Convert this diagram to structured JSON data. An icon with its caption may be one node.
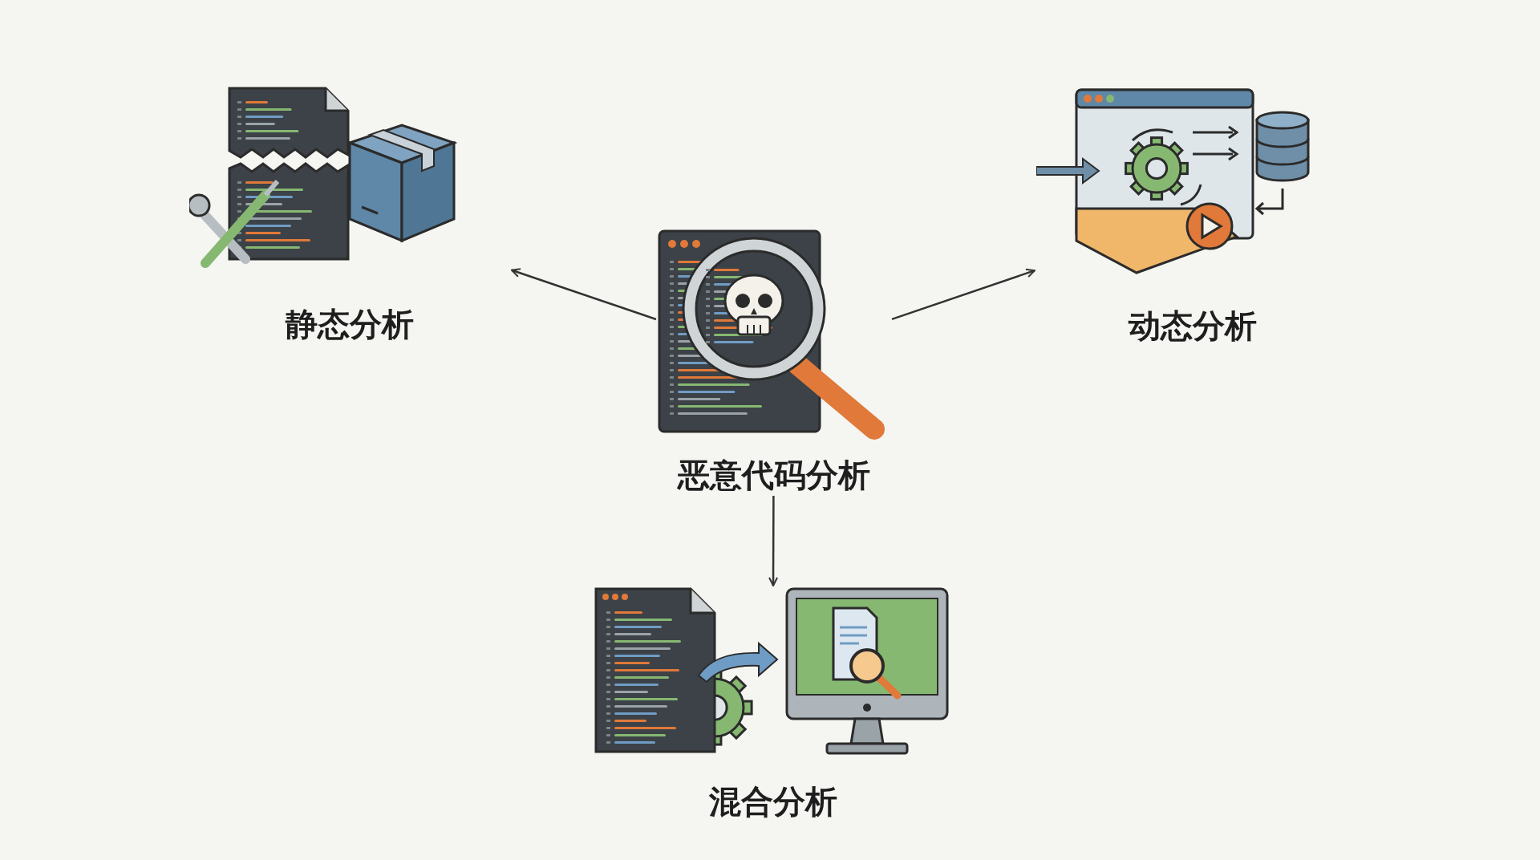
{
  "diagram": {
    "nodes": [
      {
        "text": [
          "恶意代码分析"
        ]
      },
      {
        "text": [
          "静态分析"
        ]
      },
      {
        "text": [
          "动态分析"
        ]
      },
      {
        "text": [
          "混合分析"
        ]
      }
    ],
    "edges": [
      {
        "from": 0,
        "to": 1,
        "arrow": "to"
      },
      {
        "from": 0,
        "to": 2,
        "arrow": "to"
      },
      {
        "from": 0,
        "to": 3,
        "arrow": "to"
      }
    ]
  }
}
